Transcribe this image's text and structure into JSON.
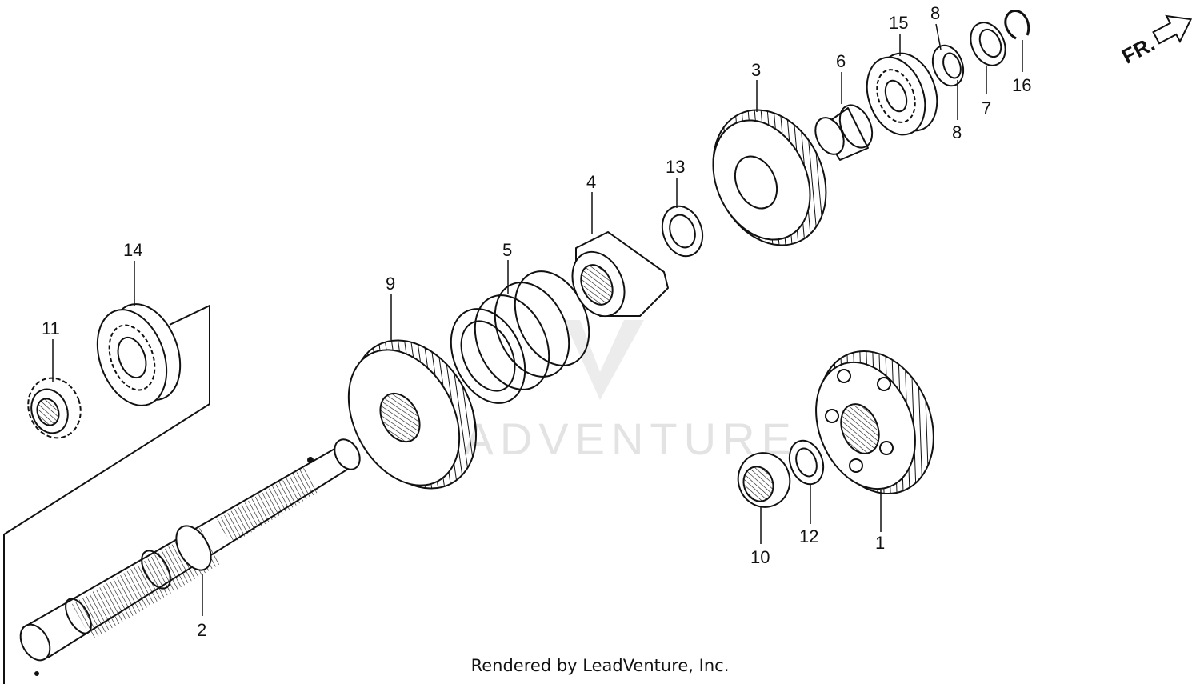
{
  "footer": {
    "text": "Rendered by LeadVenture, Inc."
  },
  "watermark": {
    "text": "LEADVENTURE"
  },
  "direction": {
    "label": "FR."
  },
  "callouts": [
    {
      "id": "p1",
      "label": "1"
    },
    {
      "id": "p2",
      "label": "2"
    },
    {
      "id": "p3",
      "label": "3"
    },
    {
      "id": "p4",
      "label": "4"
    },
    {
      "id": "p5",
      "label": "5"
    },
    {
      "id": "p6",
      "label": "6"
    },
    {
      "id": "p7",
      "label": "7"
    },
    {
      "id": "p8a",
      "label": "8"
    },
    {
      "id": "p8b",
      "label": "8"
    },
    {
      "id": "p9",
      "label": "9"
    },
    {
      "id": "p10",
      "label": "10"
    },
    {
      "id": "p11",
      "label": "11"
    },
    {
      "id": "p12",
      "label": "12"
    },
    {
      "id": "p13",
      "label": "13"
    },
    {
      "id": "p14",
      "label": "14"
    },
    {
      "id": "p15",
      "label": "15"
    },
    {
      "id": "p16",
      "label": "16"
    }
  ],
  "colors": {
    "line": "#111111",
    "watermark": "#e3e3e3"
  }
}
